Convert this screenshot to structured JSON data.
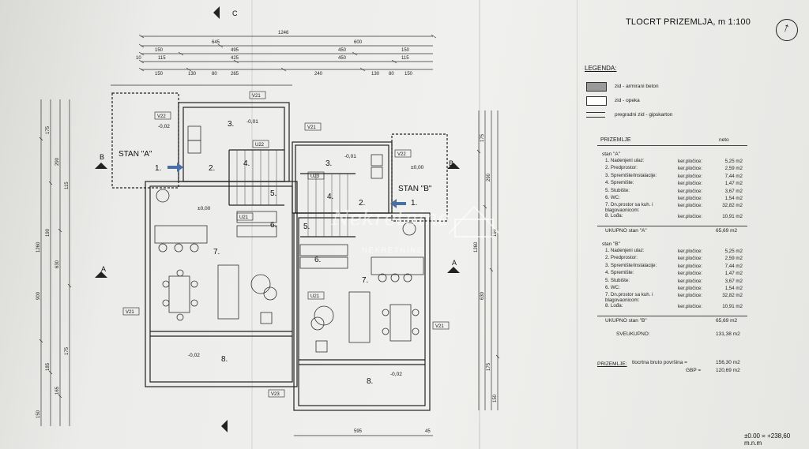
{
  "title": "TLOCRT PRIZEMLJA, m 1:100",
  "legend": {
    "heading": "LEGENDA:",
    "items": [
      {
        "label": "zid - armirani beton",
        "swatch": "#9a9a9a"
      },
      {
        "label": "zid - opeka",
        "swatch": "#ffffff"
      },
      {
        "label": "pregradni zid - gipskarton",
        "swatch": "lines"
      }
    ]
  },
  "rooms_table": {
    "heading": "PRIZEMLJE",
    "netto": "neto",
    "stan_a": {
      "label": "stan \"A\"",
      "rows": [
        {
          "name": "1. Nadenjeni ulaz:",
          "kp": "ker.pločice:",
          "val": "5,25 m2"
        },
        {
          "name": "2. Predprostor:",
          "kp": "ker.pločice:",
          "val": "2,59 m2"
        },
        {
          "name": "3. Spremište/instalacije:",
          "kp": "ker.pločice:",
          "val": "7,44 m2"
        },
        {
          "name": "4. Spremište:",
          "kp": "ker.pločice:",
          "val": "1,47 m2"
        },
        {
          "name": "5. Stubište:",
          "kp": "ker.pločice:",
          "val": "3,67 m2"
        },
        {
          "name": "6. WC:",
          "kp": "ker.pločice:",
          "val": "1,54 m2"
        },
        {
          "name": "7. Dn.prostor sa kuh. i blagovaonicom:",
          "kp": "ker.pločice:",
          "val": "32,82 m2"
        },
        {
          "name": "8. Lođa:",
          "kp": "ker.pločice:",
          "val": "10,91 m2"
        }
      ],
      "total_label": "UKUPNO stan \"A\"",
      "total": "65,69 m2"
    },
    "stan_b": {
      "label": "stan \"B\"",
      "rows": [
        {
          "name": "1. Nadenjeni ulaz:",
          "kp": "ker.pločice:",
          "val": "5,25 m2"
        },
        {
          "name": "2. Predprostor:",
          "kp": "ker.pločice:",
          "val": "2,59 m2"
        },
        {
          "name": "3. Spremište/instalacije:",
          "kp": "ker.pločice:",
          "val": "7,44 m2"
        },
        {
          "name": "4. Spremište:",
          "kp": "ker.pločice:",
          "val": "1,47 m2"
        },
        {
          "name": "5. Stubište:",
          "kp": "ker.pločice:",
          "val": "3,67 m2"
        },
        {
          "name": "6. WC:",
          "kp": "ker.pločice:",
          "val": "1,54 m2"
        },
        {
          "name": "7. Dn.prostor sa kuh. i blagovaonicom:",
          "kp": "ker.pločice:",
          "val": "32,82 m2"
        },
        {
          "name": "8. Lođa:",
          "kp": "ker.pločice:",
          "val": "10,91 m2"
        }
      ],
      "total_label": "UKUPNO stan \"B\"",
      "total": "65,69 m2"
    },
    "grand_label": "SVEUKUPNO:",
    "grand_total": "131,38 m2",
    "ground_label": "PRIZEMLJE:",
    "gross_label": "tlocrtna bruto površina =",
    "gross_value": "156,30 m2",
    "gbp_label": "GBP =",
    "gbp_value": "120,69 m2"
  },
  "elevation": "±0.00 = +238,60 m.n.m",
  "plan": {
    "stan_a_label": "STAN \"A\"",
    "stan_b_label": "STAN \"B\"",
    "section_b": "B",
    "section_a": "A",
    "section_c": "C",
    "room_numbers_a": [
      "1.",
      "2.",
      "3.",
      "4.",
      "5.",
      "6.",
      "7.",
      "8."
    ],
    "room_numbers_b": [
      "1.",
      "2.",
      "3.",
      "4.",
      "5.",
      "6.",
      "7.",
      "8."
    ],
    "levels": [
      "-0,02",
      "-0,01",
      "±0,00",
      "-0,02",
      "-0,02",
      "-0,01",
      "±0,00"
    ],
    "window_tags": [
      "V21",
      "V22",
      "V22",
      "V21",
      "U22",
      "U23",
      "U21",
      "U21",
      "V21",
      "V21",
      "V23"
    ],
    "top_dims_row1": [
      "1246"
    ],
    "top_dims_row2": [
      "645",
      "600"
    ],
    "top_dims_row3": [
      "150",
      "495",
      "450",
      "150"
    ],
    "top_dims_row4": [
      "10",
      "115",
      "425",
      "450",
      "115"
    ],
    "top_dims_row5": [
      "150",
      "130",
      "80",
      "265",
      "240",
      "130",
      "80",
      "150"
    ],
    "left_dims": [
      "1260",
      "175",
      "290",
      "115",
      "190",
      "900",
      "630",
      "175",
      "185",
      "165",
      "150"
    ],
    "right_dims": [
      "1260",
      "175",
      "290",
      "190",
      "630",
      "175",
      "150"
    ],
    "bottom_dims": [
      "595",
      "45"
    ],
    "watermark": "Nekretnine",
    "watermark_sub": "NEKRETNINE"
  }
}
